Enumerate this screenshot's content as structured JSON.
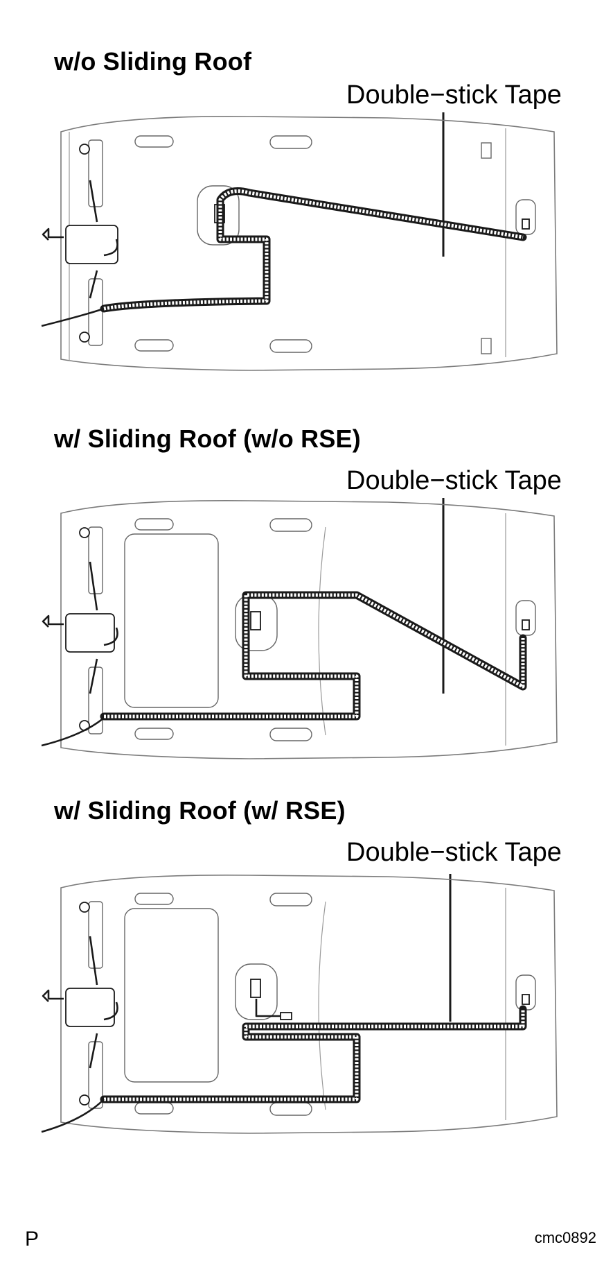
{
  "sections": [
    {
      "title": "w/o Sliding Roof",
      "callout": "Double−stick Tape"
    },
    {
      "title": "w/ Sliding Roof (w/o RSE)",
      "callout": "Double−stick Tape"
    },
    {
      "title": "w/ Sliding Roof (w/ RSE)",
      "callout": "Double−stick Tape"
    }
  ],
  "footer": {
    "left": "P",
    "right": "cmc0892"
  }
}
